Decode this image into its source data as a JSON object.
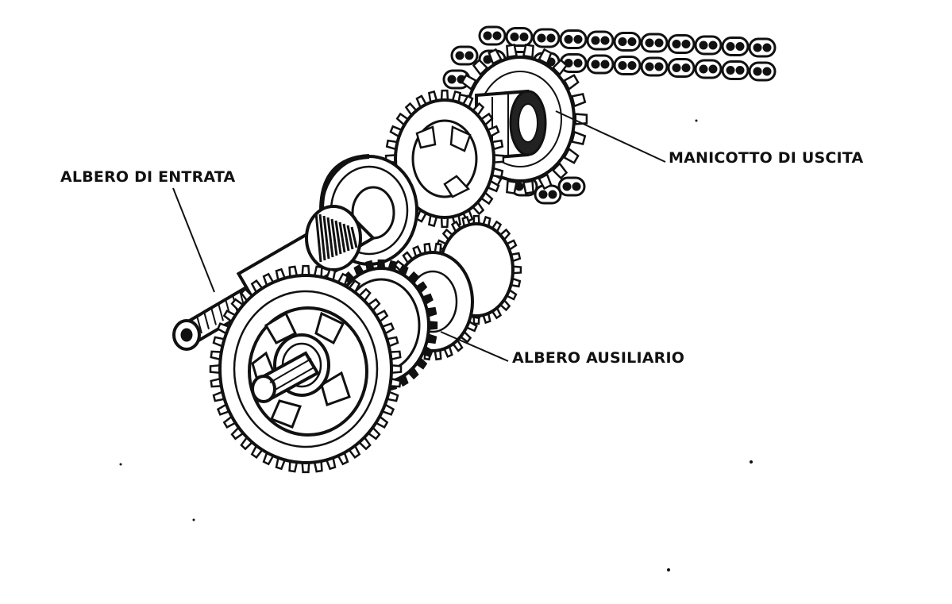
{
  "labels": {
    "input_shaft": "ALBERO DI ENTRATA",
    "output_sleeve": "MANICOTTO DI USCITA",
    "auxiliary_shaft": "ALBERO AUSILIARIO"
  },
  "colors": {
    "ink": "#111111",
    "paper": "#ffffff",
    "shade": "#9a9a9a"
  }
}
